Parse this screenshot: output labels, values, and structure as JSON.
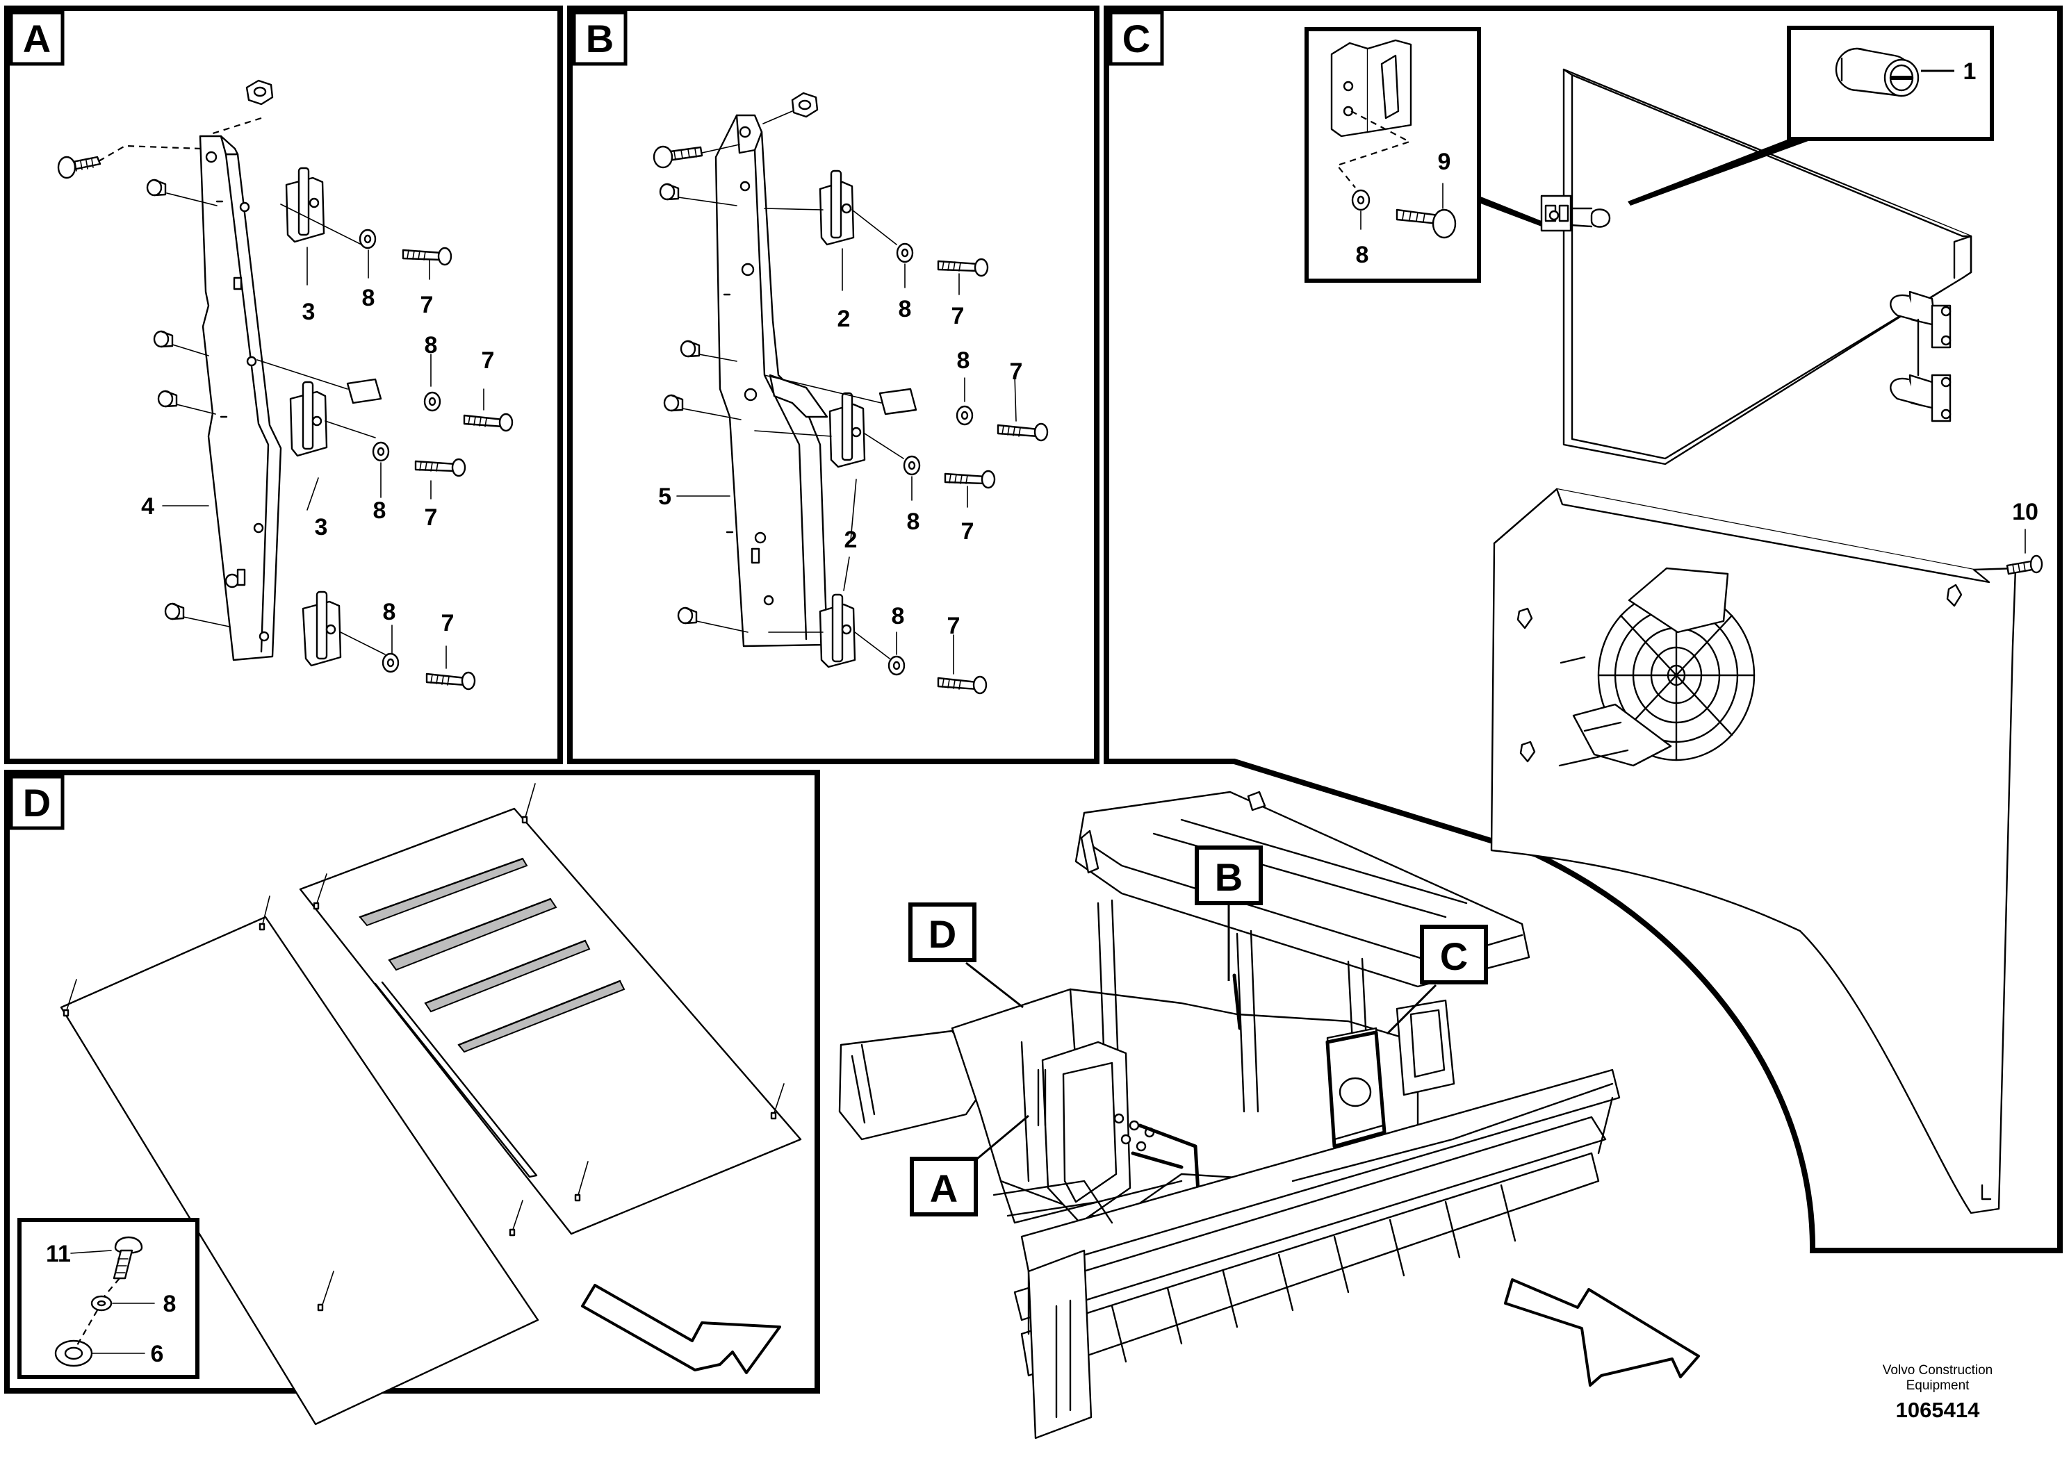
{
  "panels": {
    "A": {
      "label": "A",
      "callouts": {
        "bracket": "4",
        "hinge_top": "3",
        "hinge_bottom": "3",
        "washer_1": "8",
        "bolt_1": "7",
        "washer_2": "8",
        "bolt_2": "7",
        "washer_3": "8",
        "bolt_3": "7",
        "washer_4": "8",
        "bolt_4": "7"
      }
    },
    "B": {
      "label": "B",
      "callouts": {
        "bracket": "5",
        "hinge_top": "2",
        "hinge_bottom": "2",
        "washer_1": "8",
        "bolt_1": "7",
        "washer_2": "8",
        "bolt_2": "7",
        "washer_3": "8",
        "bolt_3": "7",
        "washer_4": "8",
        "bolt_4": "7"
      }
    },
    "C": {
      "label": "C",
      "callouts": {
        "lock": "1",
        "bolt": "9",
        "washer": "8",
        "screw": "10"
      }
    },
    "D": {
      "label": "D",
      "callouts": {
        "screw": "11",
        "washer": "8",
        "seal": "6"
      }
    }
  },
  "overview_tags": [
    "A",
    "B",
    "C",
    "D"
  ],
  "footer": {
    "brand_line1": "Volvo Construction",
    "brand_line2": "Equipment",
    "figure_number": "1065414"
  },
  "icons": [
    "arrow-icon",
    "bolt-icon",
    "nut-icon",
    "washer-icon",
    "lock-cylinder-icon",
    "fan-grille-icon"
  ]
}
